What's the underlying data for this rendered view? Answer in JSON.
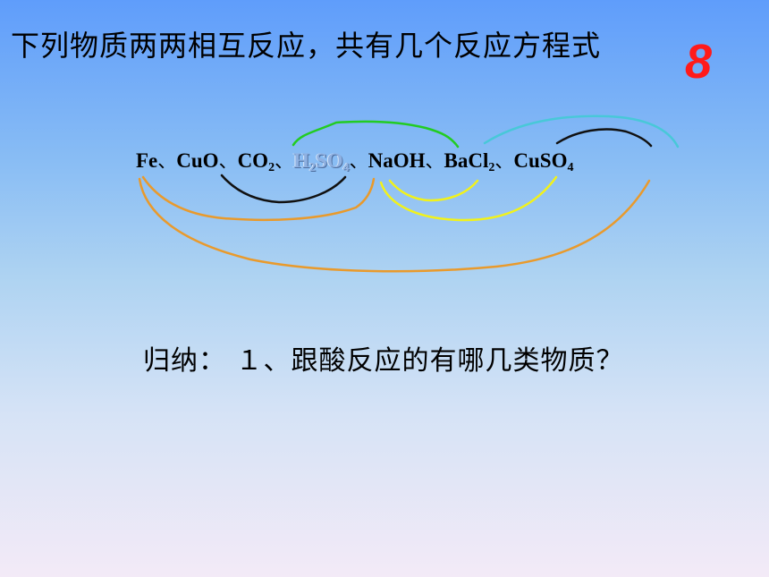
{
  "title": "下列物质两两相互反应，共有几个反应方程式",
  "answer": "8",
  "substances": {
    "fe": "Fe",
    "sep": "、",
    "cuo": "CuO",
    "co2_base": "CO",
    "co2_sub": "2",
    "h2so4_h": "H",
    "h2so4_sub1": "2",
    "h2so4_so": "SO",
    "h2so4_sub2": "4",
    "naoh": "NaOH",
    "bacl2_base": "BaCl",
    "bacl2_sub": "2",
    "cuso4_base": "CuSO",
    "cuso4_sub": "4"
  },
  "question": "归纳： １、跟酸反应的有哪几类物质？",
  "colors": {
    "answer": "#ff1a1a",
    "arc_green": "#22cc22",
    "arc_cyan": "#48c8d8",
    "arc_black": "#111111",
    "arc_yellow": "#f2f21a",
    "arc_orange": "#e99a2c"
  }
}
